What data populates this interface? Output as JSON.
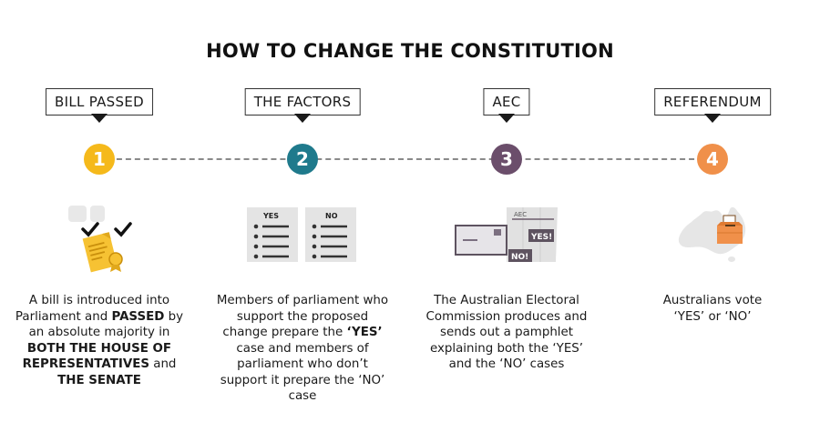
{
  "title": "HOW TO CHANGE THE CONSTITUTION",
  "steps": [
    {
      "number": "1",
      "label": "BILL PASSED",
      "color": "#f5b91b",
      "icon": "document-certificate-icon",
      "description_parts": [
        {
          "text": "A bill is introduced into Parliament and ",
          "bold": false
        },
        {
          "text": "PASSED",
          "bold": true
        },
        {
          "text": " by an absolute majority in ",
          "bold": false
        },
        {
          "text": "BOTH THE HOUSE OF REPRESENTATIVES",
          "bold": true
        },
        {
          "text": " and ",
          "bold": false
        },
        {
          "text": "THE SENATE",
          "bold": true
        }
      ]
    },
    {
      "number": "2",
      "label": "THE FACTORS",
      "color": "#1f7a8c",
      "icon": "yes-no-lists-icon",
      "card_yes": "YES",
      "card_no": "NO",
      "description_parts": [
        {
          "text": "Members of parliament who support the proposed change prepare the ",
          "bold": false
        },
        {
          "text": "‘YES’",
          "bold": true
        },
        {
          "text": " case and members of parliament who don’t support it prepare the ‘NO’ case",
          "bold": false
        }
      ]
    },
    {
      "number": "3",
      "label": "AEC",
      "color": "#6b4e6b",
      "icon": "pamphlet-envelope-icon",
      "pamphlet_header": "AEC",
      "pamphlet_yes": "YES!",
      "pamphlet_no": "NO!",
      "description_parts": [
        {
          "text": "The Australian Electoral Commission produces and sends out a pamphlet explaining both the ‘YES’ and the ‘NO’ cases",
          "bold": false
        }
      ]
    },
    {
      "number": "4",
      "label": "REFERENDUM",
      "color": "#f0904a",
      "icon": "australia-ballot-box-icon",
      "description_parts": [
        {
          "text": "Australians vote ‘YES’ or ‘NO’",
          "bold": false
        }
      ]
    }
  ]
}
